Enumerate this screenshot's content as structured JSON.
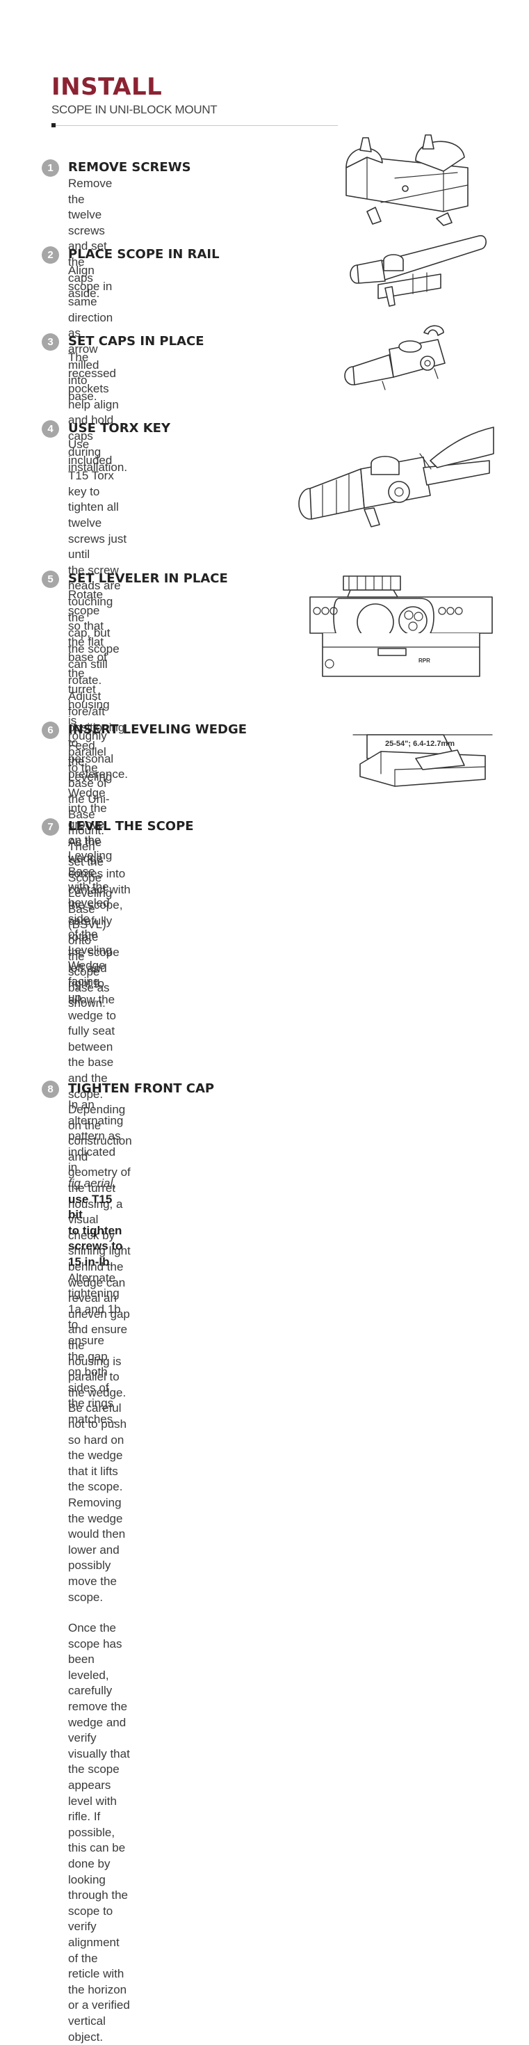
{
  "header": {
    "title": "INSTALL",
    "subtitle": "SCOPE IN UNI-BLOCK MOUNT"
  },
  "steps": [
    {
      "number": "1",
      "title": "REMOVE SCREWS",
      "body": [
        "Remove the twelve screws and set",
        "the caps aside."
      ]
    },
    {
      "number": "2",
      "title": "PLACE SCOPE IN RAIL",
      "body": [
        "Align scope in same direction as arrow",
        "milled into base."
      ]
    },
    {
      "number": "3",
      "title": "SET CAPS IN PLACE",
      "body": [
        "The recessed pockets help align and hold",
        "caps during installation."
      ]
    },
    {
      "number": "4",
      "title": "USE TORX KEY",
      "body": [
        "Use included T15 Torx key to",
        "tighten all twelve screws just until",
        "the screw heads are touching the",
        "cap, but the scope can still rotate.",
        "Adjust fore/aft positioning to",
        "personal preference."
      ]
    },
    {
      "number": "5",
      "title": "SET LEVELER IN PLACE",
      "body": [
        "Rotate scope so that the flat",
        "base of the turret housing is",
        "roughly parallel to the base of",
        "the Uni-Base mount. Then set the",
        "Scope Leveling Base (BSVL) onto",
        "the scope base as shown."
      ]
    },
    {
      "number": "6",
      "title": "INSERT LEVELING WEDGE",
      "body": [
        "Feed the Leveling Wedge into the groove",
        "on the Leveling Base with the beveled side",
        "of the Leveling Wedge facing up."
      ]
    },
    {
      "number": "7",
      "title": "LEVEL THE SCOPE",
      "para1": [
        "As the wedge comes into contact with the scope, carefully rotate",
        "the scope left and right to allow the wedge to fully seat between",
        "the base and the scope. Depending on the construction and",
        "geometry of the turret housing, a visual check by shining light",
        "behind the wedge can reveal an uneven gap and ensure the",
        "housing is parallel to the wedge. Be careful not to push so hard on",
        "the wedge that it lifts the scope. Removing the wedge would then",
        "lower and possibly move the scope."
      ],
      "para2": [
        "Once the scope has been leveled, carefully remove the wedge and",
        "verify visually that the scope appears level with rifle. If possible,",
        "this can be done by looking through the scope to verify alignment",
        "of the reticle with the horizon or a verified vertical object."
      ]
    },
    {
      "number": "8",
      "title": "TIGHTEN FRONT CAP",
      "l1a": "In an alternating pattern as indicated in ",
      "l1b": "fig.aerial",
      "l1c": ", ",
      "l1d": "use T15 bit",
      "l2a": "to tighten screws to 15 in-lb",
      "l2b": ". Alternate tightening 1a and 1b to",
      "l3": "ensure the gap on both sides of the rings matches."
    }
  ],
  "wedge_label": "25-54\"; 6.4-12.7mm",
  "logo_text": "RPR"
}
